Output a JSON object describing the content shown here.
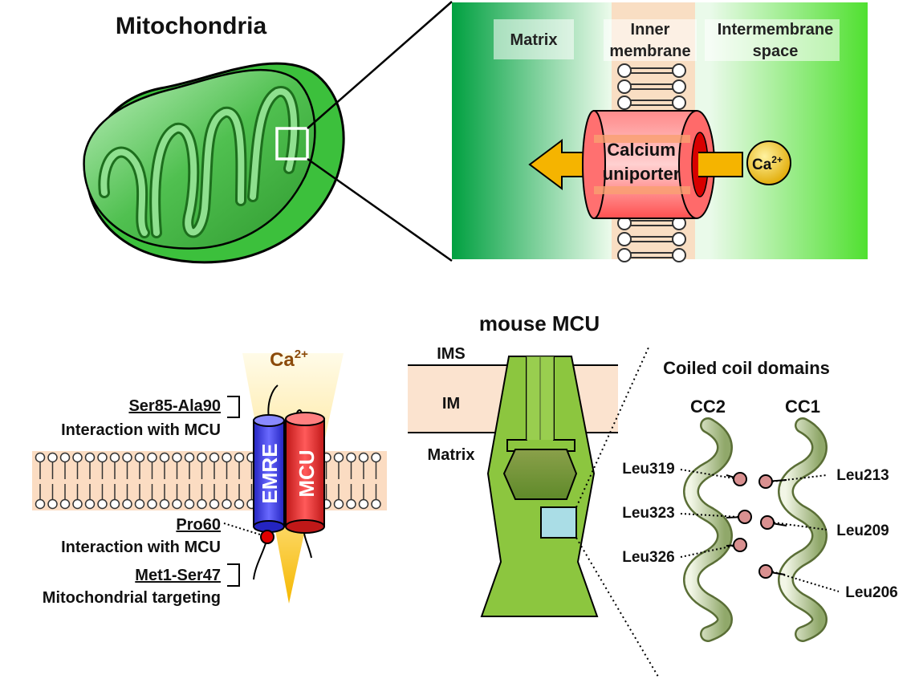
{
  "top": {
    "title": "Mitochondria",
    "zoom": {
      "matrix_label": "Matrix",
      "inner_membrane_label_1": "Inner",
      "inner_membrane_label_2": "membrane",
      "ims_label_1": "Intermembrane",
      "ims_label_2": "space",
      "uniporter_label_1": "Calcium",
      "uniporter_label_2": "uniporter",
      "ion_label": "Ca",
      "ion_charge": "2+"
    }
  },
  "emre": {
    "ion_label": "Ca",
    "ion_charge": "2+",
    "emre_label": "EMRE",
    "mcu_label": "MCU",
    "annotations": [
      {
        "region": "Ser85-Ala90",
        "desc": "Interaction with MCU"
      },
      {
        "region": "Pro60",
        "desc": "Interaction with MCU"
      },
      {
        "region": "Met1-Ser47",
        "desc": "Mitochondrial targeting"
      }
    ]
  },
  "mcu": {
    "title": "mouse MCU",
    "ims_label": "IMS",
    "im_label": "IM",
    "matrix_label": "Matrix"
  },
  "coiled": {
    "title": "Coiled coil domains",
    "cc2_label": "CC2",
    "cc1_label": "CC1",
    "cc2_residues": [
      "Leu319",
      "Leu323",
      "Leu326"
    ],
    "cc1_residues": [
      "Leu213",
      "Leu209",
      "Leu206"
    ]
  },
  "colors": {
    "mito_green": "#3cb53c",
    "uniporter_red": "#ff5050",
    "emre_blue": "#3a3ae0",
    "mcu_red": "#f03030",
    "membrane_peach": "#fbe3cf",
    "mcu_green": "#8bc34a",
    "residue_pink": "#d99090",
    "helix_green": "#7a9a48",
    "calcium_gold": "#f0c020"
  }
}
